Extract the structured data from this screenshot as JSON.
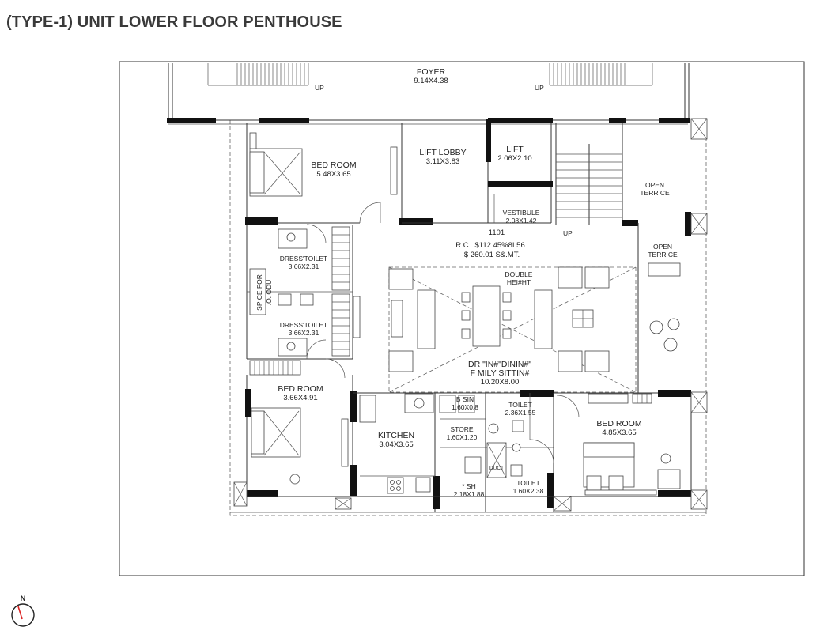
{
  "title": "(TYPE-1) UNIT LOWER FLOOR PENTHOUSE",
  "rooms": {
    "foyer": {
      "name": "FOYER",
      "size": "9.14X4.38"
    },
    "lift_lobby": {
      "name": "LIFT LOBBY",
      "size": "3.11X3.83"
    },
    "lift": {
      "name": "LIFT",
      "size": "2.06X2.10"
    },
    "vestibule": {
      "name": "VESTIBULE",
      "size": "2.08X1.42"
    },
    "bed_room_1": {
      "name": "BED ROOM",
      "size": "5.48X3.65"
    },
    "open_terrace_1": {
      "line1": "OPEN",
      "line2": "TERR CE"
    },
    "open_terrace_2": {
      "line1": "OPEN",
      "line2": "TERR CE"
    },
    "unit_info": {
      "number": "1101",
      "rc": "R.C. .$112.45%8I.56",
      "area": "$ 260.01 S&.MT."
    },
    "dress_toilet_1": {
      "name": "DRESS'TOILET",
      "size": "3.66X2.31"
    },
    "dress_toilet_2": {
      "name": "DRESS'TOILET",
      "size": "3.66X2.31"
    },
    "space_odu": {
      "line1": "SP CE FOR",
      "line2": ".O. ODU"
    },
    "double_height": {
      "line1": "DOUBLE",
      "line2": "HEI#HT"
    },
    "living": {
      "line1": "DR \"IN#\"DININ#\"",
      "line2": "F MILY SITTIN#",
      "size": "10.20X8.00"
    },
    "bed_room_2": {
      "name": "BED ROOM",
      "size": "3.66X4.91"
    },
    "basin": {
      "name": "B SIN",
      "size": "1.60X0.8"
    },
    "toilet_1": {
      "name": "TOILET",
      "size": "2.36X1.55"
    },
    "store": {
      "name": "STORE",
      "size": "1.60X1.20"
    },
    "kitchen": {
      "name": "KITCHEN",
      "size": "3.04X3.65"
    },
    "wash": {
      "name": "* SH",
      "size": "2.18X1.88"
    },
    "duct": {
      "name": "DUCT"
    },
    "toilet_2": {
      "name": "TOILET",
      "size": "1.60X2.38"
    },
    "bed_room_3": {
      "name": "BED ROOM",
      "size": "4.85X3.65"
    }
  },
  "stairs": {
    "up_left": "UP",
    "up_right": "UP",
    "up_lower": "UP"
  },
  "compass": {
    "label": "N"
  }
}
